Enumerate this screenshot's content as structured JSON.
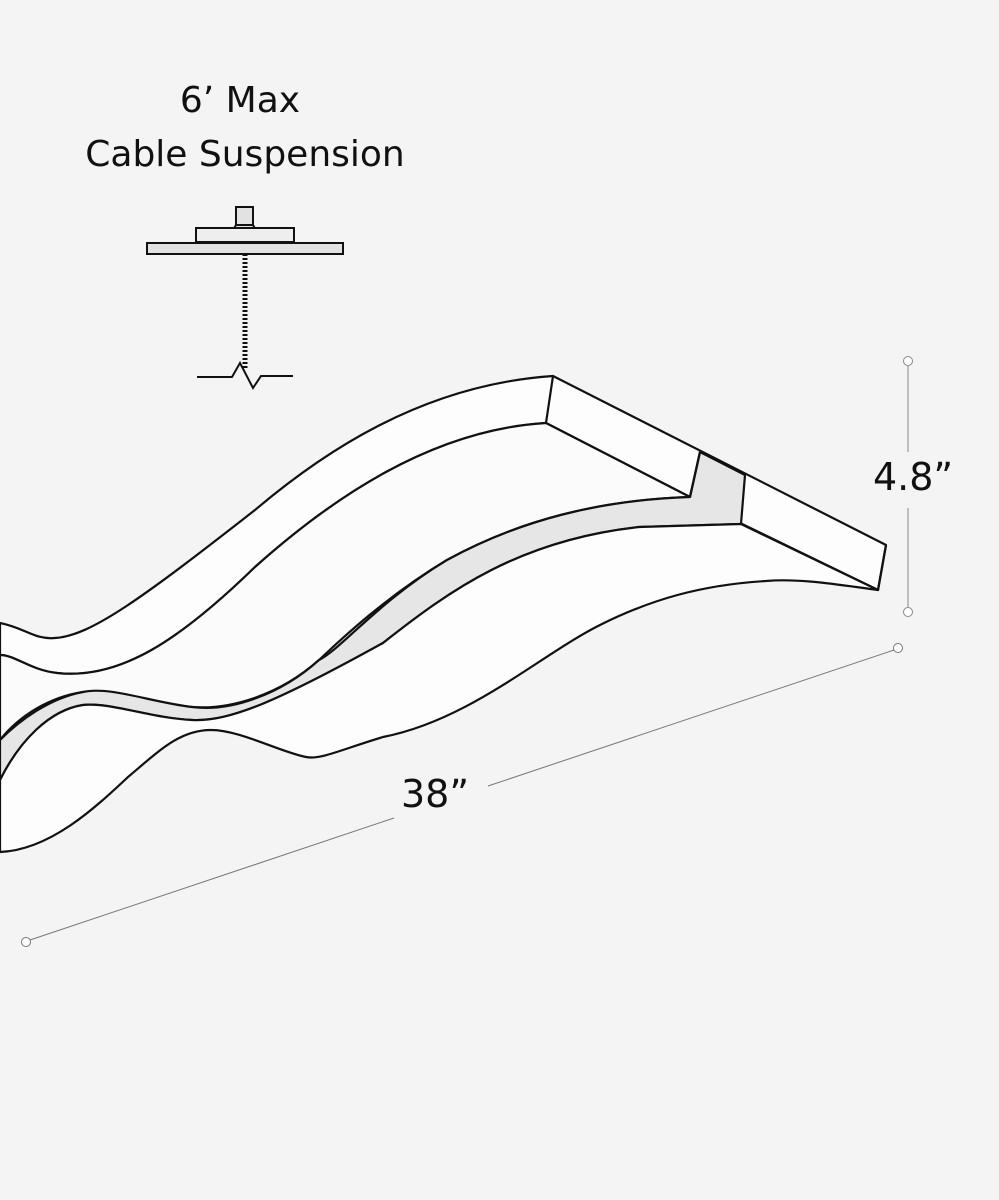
{
  "title": {
    "line1": "6’ Max",
    "line2": "Cable Suspension"
  },
  "dimensions": {
    "height": "4.8”",
    "length": "38”"
  },
  "colors": {
    "background": "#f4f4f4",
    "body": "#ffffff",
    "lens": "#e4e4e4",
    "stroke": "#111111"
  }
}
